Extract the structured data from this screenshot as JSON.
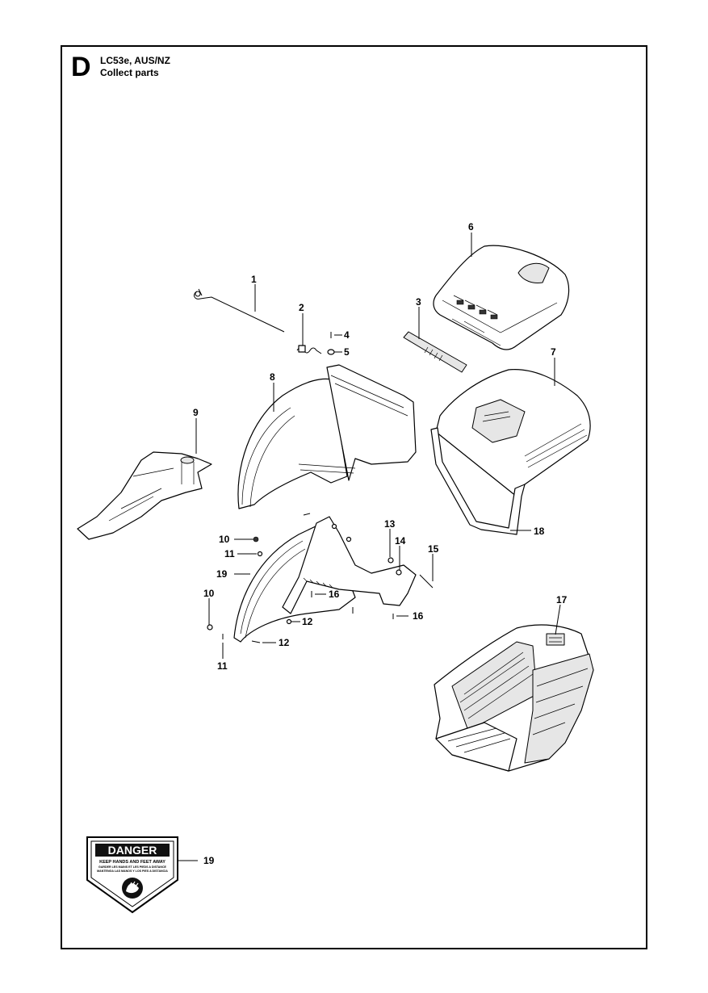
{
  "header": {
    "section_letter": "D",
    "model": "LC53e, AUS/NZ",
    "title": "Collect parts"
  },
  "callouts": [
    "1",
    "2",
    "3",
    "4",
    "5",
    "6",
    "7",
    "8",
    "9",
    "10",
    "11",
    "19",
    "10",
    "11",
    "12",
    "12",
    "13",
    "14",
    "15",
    "16",
    "16",
    "17",
    "18",
    "19"
  ],
  "danger_label": {
    "heading": "DANGER",
    "line1": "KEEP HANDS AND FEET AWAY",
    "line2": "GARDER LES MAINS ET LES PIEDS A DISTANCE",
    "line3": "MANTENGA LAS MANOS Y LOS PIES A DISTANCIA"
  }
}
